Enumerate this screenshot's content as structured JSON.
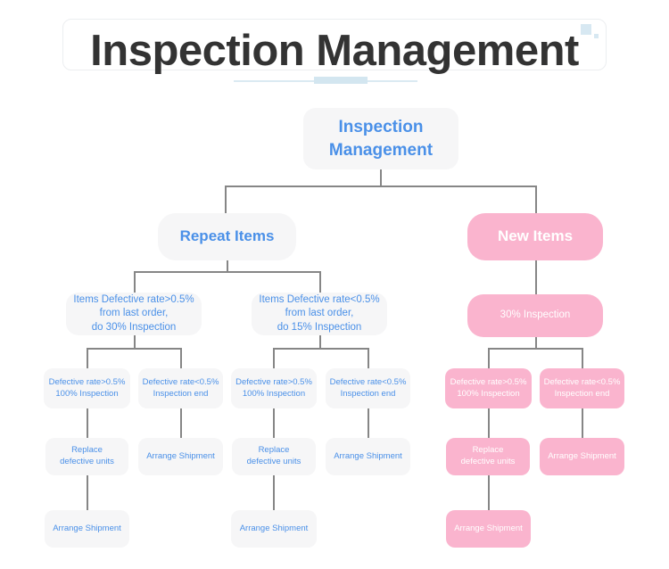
{
  "header": {
    "title": "Inspection Management",
    "decor": {
      "square_large": "square-decor-large",
      "square_small": "square-decor-small",
      "underline": "underline-decor"
    }
  },
  "colors": {
    "blue_text": "#4a90e8",
    "blue_box_bg": "#f6f6f7",
    "pink_box_bg": "#fab4ce",
    "pink_text": "#ffffff",
    "connector": "#868686",
    "title_text": "#333333",
    "decor_blue": "#d7e8f2"
  },
  "diagram": {
    "root": {
      "label": "Inspection\nManagement",
      "style": "blue"
    },
    "branches": [
      {
        "name": "repeat-items",
        "label": "Repeat Items",
        "style": "blue",
        "children": [
          {
            "name": "repeat-high-rate",
            "label": "Items Defective rate>0.5%\nfrom last order,\ndo 30% Inspection",
            "children": [
              {
                "name": "repeat-high-defective-gt",
                "label": "Defective rate>0.5%\n100% Inspection",
                "children": [
                  {
                    "name": "repeat-high-replace",
                    "label": "Replace\ndefective units",
                    "children": [
                      {
                        "name": "repeat-high-arrange",
                        "label": "Arrange Shipment"
                      }
                    ]
                  }
                ]
              },
              {
                "name": "repeat-high-defective-lt",
                "label": "Defective rate<0.5%\nInspection end",
                "children": [
                  {
                    "name": "repeat-high-arrange-end",
                    "label": "Arrange Shipment"
                  }
                ]
              }
            ]
          },
          {
            "name": "repeat-low-rate",
            "label": "Items Defective rate<0.5%\nfrom last order,\ndo 15% Inspection",
            "children": [
              {
                "name": "repeat-low-defective-gt",
                "label": "Defective rate>0.5%\n100% Inspection",
                "children": [
                  {
                    "name": "repeat-low-replace",
                    "label": "Replace\ndefective units",
                    "children": [
                      {
                        "name": "repeat-low-arrange",
                        "label": "Arrange Shipment"
                      }
                    ]
                  }
                ]
              },
              {
                "name": "repeat-low-defective-lt",
                "label": "Defective rate<0.5%\nInspection end",
                "children": [
                  {
                    "name": "repeat-low-arrange-end",
                    "label": "Arrange Shipment"
                  }
                ]
              }
            ]
          }
        ]
      },
      {
        "name": "new-items",
        "label": "New Items",
        "style": "pink",
        "children": [
          {
            "name": "new-30-inspection",
            "label": "30% Inspection",
            "children": [
              {
                "name": "new-defective-gt",
                "label": "Defective rate>0.5%\n100% Inspection",
                "children": [
                  {
                    "name": "new-replace",
                    "label": "Replace\ndefective units",
                    "children": [
                      {
                        "name": "new-arrange",
                        "label": "Arrange Shipment"
                      }
                    ]
                  }
                ]
              },
              {
                "name": "new-defective-lt",
                "label": "Defective rate<0.5%\nInspection end",
                "children": [
                  {
                    "name": "new-arrange-end",
                    "label": "Arrange Shipment"
                  }
                ]
              }
            ]
          }
        ]
      }
    ]
  }
}
